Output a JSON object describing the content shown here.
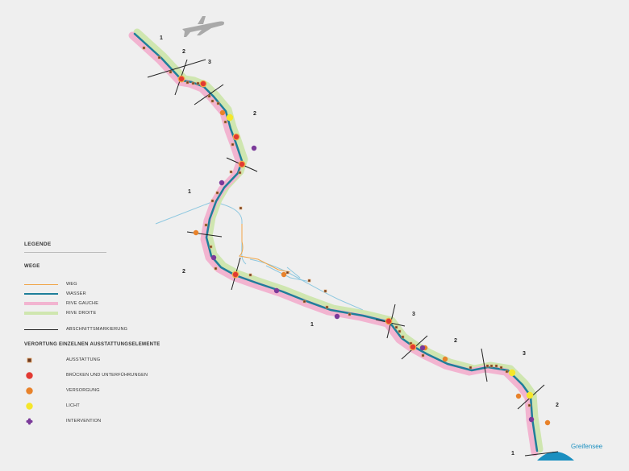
{
  "legend": {
    "title": "LEGENDE",
    "wege_title": "WEGE",
    "weg": "WEG",
    "wasser": "WASSER",
    "rive_gauche": "RIVE GAUCHE",
    "rive_droite": "RIVE DROITE",
    "abschnitt": "ABSCHNITTSMARKIERUNG",
    "elements_title": "VERORTUNG EINZELNEN AUSSTATTUNGSELEMENTE",
    "ausstattung": "AUSSTATTUNG",
    "bruecken": "BRÜCKEN UND UNTERFÜHRUNGEN",
    "versorgung": "VERSORGUNG",
    "licht": "LICHT",
    "intervention": "INTERVENTION"
  },
  "map": {
    "lake_name": "Greifensee",
    "airplane_icon": "airplane-icon",
    "segment_labels": [
      "1",
      "2",
      "3",
      "2",
      "1",
      "2",
      "1",
      "3",
      "2",
      "3",
      "2",
      "1"
    ]
  },
  "colors": {
    "weg": "#f0a64a",
    "wasser": "#1f7f9a",
    "rive_gauche": "#f2b4d0",
    "rive_droite": "#cfe6b0",
    "marker": "#222222",
    "ausstattung": "#6b3a24",
    "bruecken": "#e23a33",
    "versorgung": "#e8822a",
    "licht": "#f5e62a",
    "intervention": "#7b3a9a",
    "lake": "#1a8fc0"
  }
}
